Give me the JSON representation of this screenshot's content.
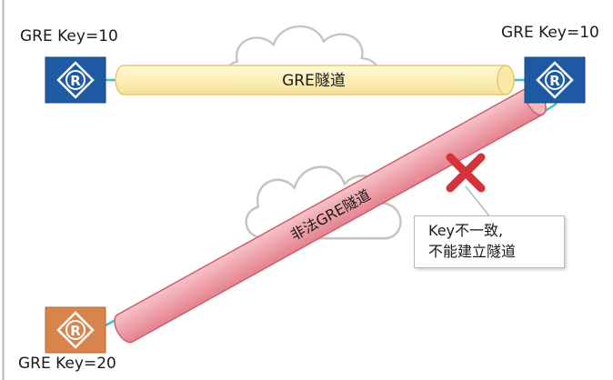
{
  "routers": {
    "left_top": {
      "key_label": "GRE Key=10",
      "color": "#1d5aa3",
      "icon": "router-icon"
    },
    "right_top": {
      "key_label": "GRE Key=10",
      "color": "#1d5aa3",
      "icon": "router-icon"
    },
    "bottom": {
      "key_label": "GRE Key=20",
      "color": "#d9834d",
      "icon": "router-icon"
    }
  },
  "tunnels": {
    "legal": {
      "label": "GRE隧道",
      "color": "#fdf1c0"
    },
    "illegal": {
      "label": "非法GRE隧道",
      "color": "#f1a4ad"
    }
  },
  "callout": {
    "line1": "Key不一致,",
    "line2": "不能建立隧道"
  },
  "mark": {
    "icon": "cross-icon",
    "color": "#d4343d"
  }
}
